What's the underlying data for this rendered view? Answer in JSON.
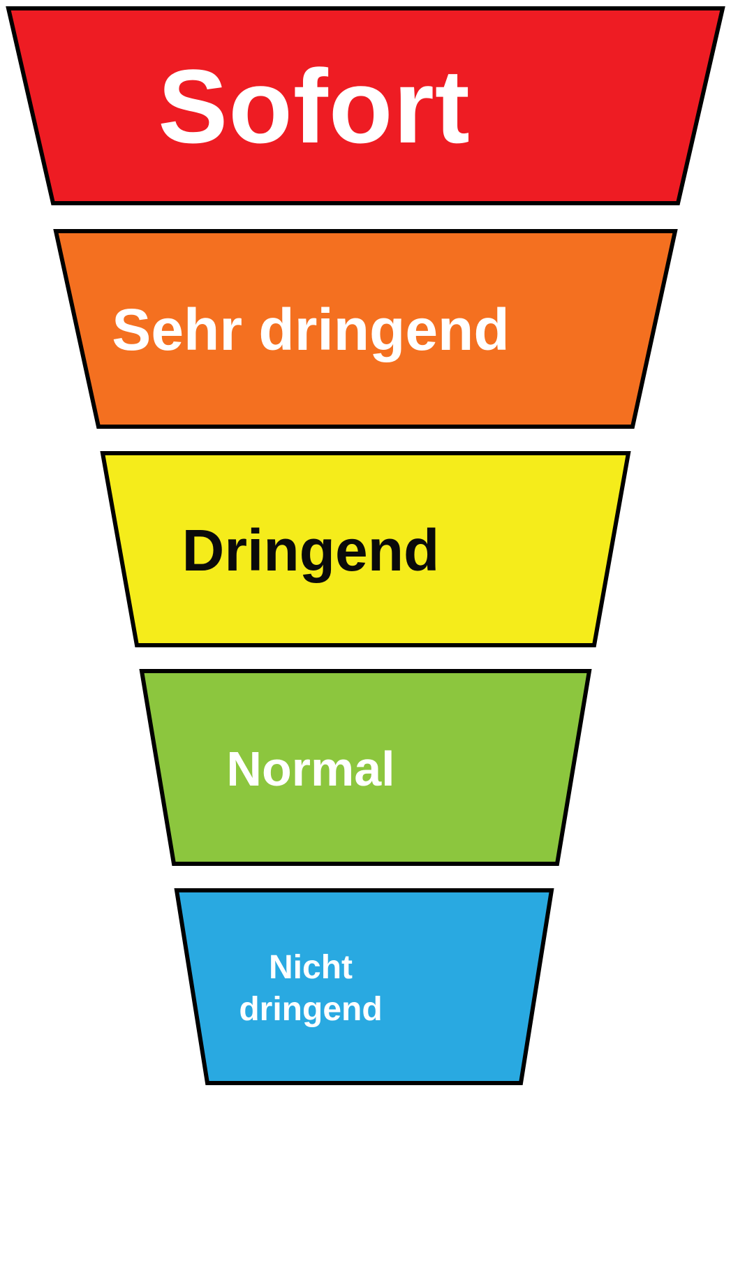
{
  "diagram": {
    "type": "funnel",
    "language": "de",
    "background_color": "#FFFFFF",
    "outline_color": "#000000",
    "levels": [
      {
        "label": "Sofort",
        "color": "#EE1C23",
        "text_color": "#FFFFFF"
      },
      {
        "label": "Sehr dringend",
        "color": "#F47020",
        "text_color": "#FFFFFF"
      },
      {
        "label": "Dringend",
        "color": "#F5EC1B",
        "text_color": "#0A0A0A"
      },
      {
        "label": "Normal",
        "color": "#8CC63E",
        "text_color": "#FFFFFF"
      },
      {
        "label": "Nicht dringend",
        "lines": [
          "Nicht",
          "dringend"
        ],
        "color": "#29A9E1",
        "text_color": "#FFFFFF"
      }
    ]
  }
}
